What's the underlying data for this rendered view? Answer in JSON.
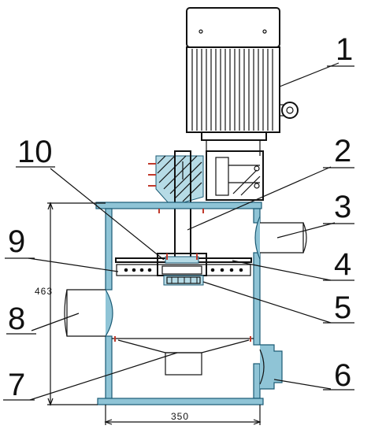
{
  "callouts": [
    {
      "id": "1",
      "text": "1"
    },
    {
      "id": "2",
      "text": "2"
    },
    {
      "id": "3",
      "text": "3"
    },
    {
      "id": "4",
      "text": "4"
    },
    {
      "id": "5",
      "text": "5"
    },
    {
      "id": "6",
      "text": "6"
    },
    {
      "id": "7",
      "text": "7"
    },
    {
      "id": "8",
      "text": "8"
    },
    {
      "id": "9",
      "text": "9"
    },
    {
      "id": "10",
      "text": "10"
    }
  ],
  "dimensions": {
    "height": "463",
    "width": "350"
  },
  "colors": {
    "wall": "#8fc4d6",
    "wall_edge": "#1a5a74",
    "ink": "#111111"
  }
}
